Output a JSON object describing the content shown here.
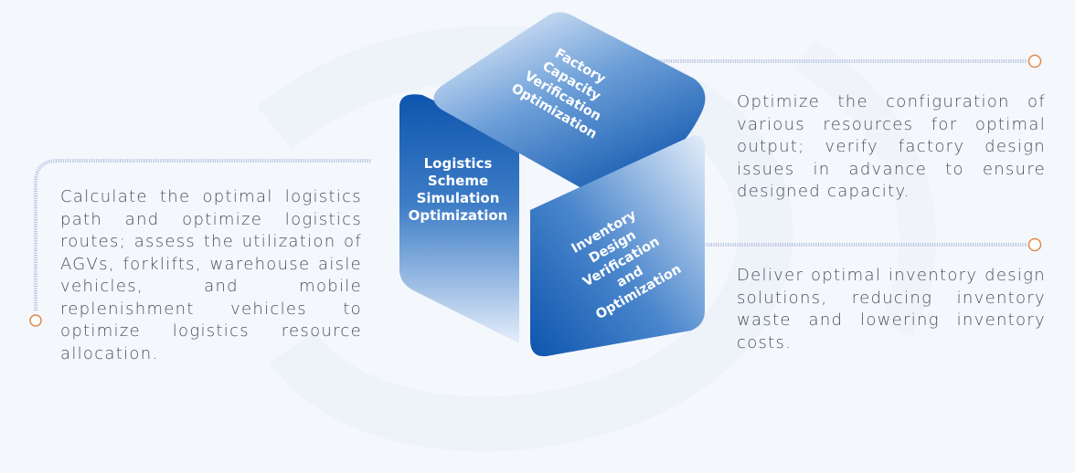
{
  "segments": {
    "left": {
      "label": "Logistics\nScheme\nSimulation\nOptimization",
      "description": "Calculate the optimal logistics path and optimize logistics routes; assess the utilization of AGVs, forklifts, warehouse aisle vehicles, and mobile replenishment vehicles to optimize logistics resource allocation."
    },
    "top": {
      "label": "Factory\nCapacity\nVerification\nOptimization",
      "description": "Optimize the configuration of various resources for optimal output; verify factory design issues in advance to ensure designed capacity."
    },
    "bottom_right": {
      "label": "Inventory\nDesign\nVerification\nand\nOptimization",
      "description": "Deliver optimal inventory design solutions, reducing inventory waste and lowering inventory costs."
    }
  },
  "colors": {
    "panel_dark": "#0d55ad",
    "panel_light": "#e4eefa",
    "text": "#4a4f5a",
    "connector_line": "#b8c6e2",
    "marker": "#e08a4c",
    "background": "#f4f7fc"
  }
}
